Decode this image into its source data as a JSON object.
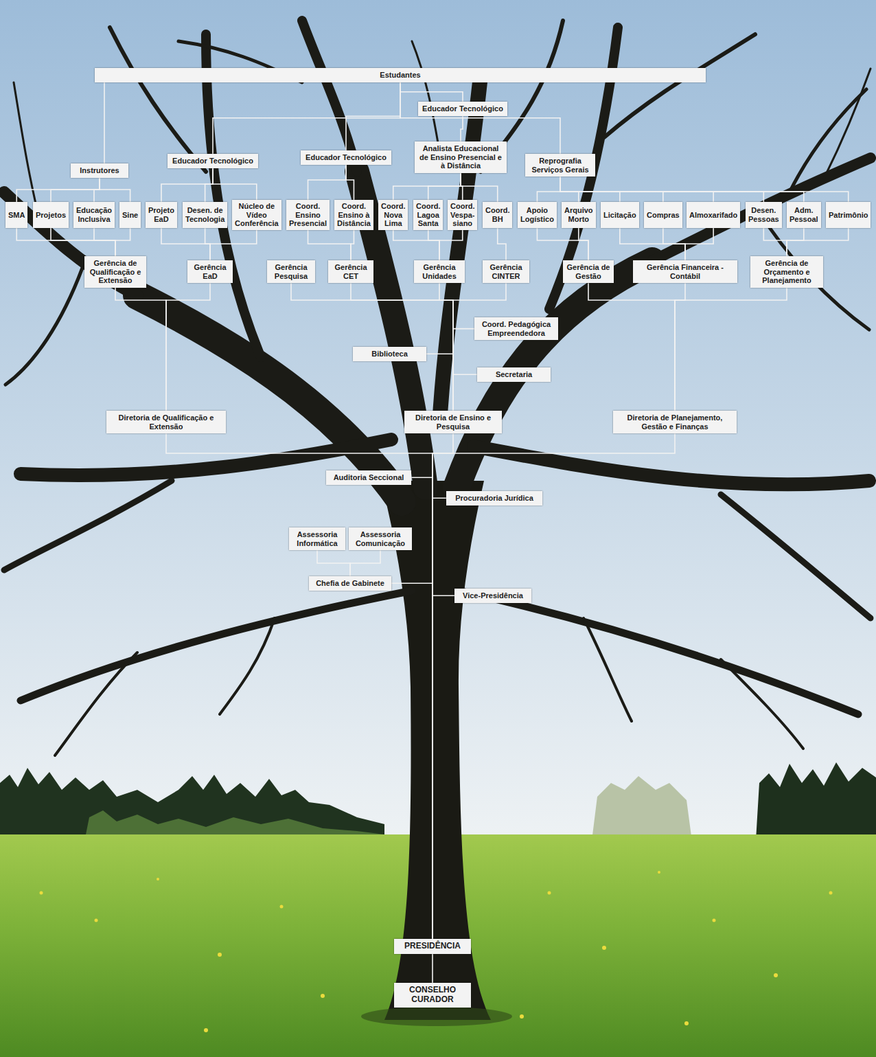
{
  "diagram": {
    "nodes": [
      {
        "text": [
          "Estudantes"
        ]
      },
      {
        "text": [
          "Educador Tecnológico"
        ]
      },
      {
        "text": [
          "Instrutores"
        ]
      },
      {
        "text": [
          "Educador Tecnológico"
        ]
      },
      {
        "text": [
          "Educador Tecnológico"
        ]
      },
      {
        "text": [
          "Analista Educacional de Ensino Presencial e à Distância"
        ]
      },
      {
        "text": [
          "Reprografia Serviços Gerais"
        ]
      },
      {
        "text": [
          "SMA"
        ]
      },
      {
        "text": [
          "Projetos"
        ]
      },
      {
        "text": [
          "Educação Inclusiva"
        ]
      },
      {
        "text": [
          "Sine"
        ]
      },
      {
        "text": [
          "Projeto EaD"
        ]
      },
      {
        "text": [
          "Desen. de Tecnologia"
        ]
      },
      {
        "text": [
          "Núcleo de Vídeo Conferência"
        ]
      },
      {
        "text": [
          "Coord. Ensino Presencial"
        ]
      },
      {
        "text": [
          "Coord. Ensino à Distância"
        ]
      },
      {
        "text": [
          "Coord. Nova Lima"
        ]
      },
      {
        "text": [
          "Coord. Lagoa Santa"
        ]
      },
      {
        "text": [
          "Coord. Vespa- siano"
        ]
      },
      {
        "text": [
          "Coord. BH"
        ]
      },
      {
        "text": [
          "Apoio Logístico"
        ]
      },
      {
        "text": [
          "Arquivo Morto"
        ]
      },
      {
        "text": [
          "Licitação"
        ]
      },
      {
        "text": [
          "Compras"
        ]
      },
      {
        "text": [
          "Almoxarifado"
        ]
      },
      {
        "text": [
          "Desen. Pessoas"
        ]
      },
      {
        "text": [
          "Adm. Pessoal"
        ]
      },
      {
        "text": [
          "Patrimônio"
        ]
      },
      {
        "text": [
          "Gerência de Qualificação e Extensão"
        ]
      },
      {
        "text": [
          "Gerência EaD"
        ]
      },
      {
        "text": [
          "Gerência Pesquisa"
        ]
      },
      {
        "text": [
          "Gerência CET"
        ]
      },
      {
        "text": [
          "Gerência Unidades"
        ]
      },
      {
        "text": [
          "Gerência CINTER"
        ]
      },
      {
        "text": [
          "Gerência de Gestão"
        ]
      },
      {
        "text": [
          "Gerência Financeira - Contábil"
        ]
      },
      {
        "text": [
          "Gerência de Orçamento e Planejamento"
        ]
      },
      {
        "text": [
          "Coord. Pedagógica Empreendedora"
        ]
      },
      {
        "text": [
          "Biblioteca"
        ]
      },
      {
        "text": [
          "Secretaria"
        ]
      },
      {
        "text": [
          "Diretoria de Qualificação e Extensão"
        ]
      },
      {
        "text": [
          "Diretoria de Ensino e Pesquisa"
        ]
      },
      {
        "text": [
          "Diretoria de Planejamento, Gestão e Finanças"
        ]
      },
      {
        "text": [
          "Auditoria Seccional"
        ]
      },
      {
        "text": [
          "Procuradoria Jurídica"
        ]
      },
      {
        "text": [
          "Assessoria Informática"
        ]
      },
      {
        "text": [
          "Assessoria Comunicação"
        ]
      },
      {
        "text": [
          "Chefia de Gabinete"
        ]
      },
      {
        "text": [
          "Vice-Presidência"
        ]
      },
      {
        "text": [
          "PRESIDÊNCIA"
        ]
      },
      {
        "text": [
          "CONSELHO CURADOR"
        ]
      }
    ],
    "edges": [
      {
        "from": 50,
        "to": 49,
        "arrow": "none"
      },
      {
        "from": 49,
        "to": 48,
        "arrow": "none"
      },
      {
        "from": 49,
        "to": 47,
        "arrow": "none"
      },
      {
        "from": 47,
        "to": 45,
        "arrow": "none"
      },
      {
        "from": 47,
        "to": 46,
        "arrow": "none"
      },
      {
        "from": 49,
        "to": 44,
        "arrow": "none"
      },
      {
        "from": 49,
        "to": 43,
        "arrow": "none"
      },
      {
        "from": 49,
        "to": 40,
        "arrow": "none"
      },
      {
        "from": 49,
        "to": 41,
        "arrow": "none"
      },
      {
        "from": 49,
        "to": 42,
        "arrow": "none"
      },
      {
        "from": 41,
        "to": 37,
        "arrow": "none"
      },
      {
        "from": 41,
        "to": 38,
        "arrow": "none"
      },
      {
        "from": 41,
        "to": 39,
        "arrow": "none"
      },
      {
        "from": 40,
        "to": 28,
        "arrow": "none"
      },
      {
        "from": 40,
        "to": 29,
        "arrow": "none"
      },
      {
        "from": 41,
        "to": 30,
        "arrow": "none"
      },
      {
        "from": 41,
        "to": 31,
        "arrow": "none"
      },
      {
        "from": 41,
        "to": 32,
        "arrow": "none"
      },
      {
        "from": 41,
        "to": 33,
        "arrow": "none"
      },
      {
        "from": 42,
        "to": 34,
        "arrow": "none"
      },
      {
        "from": 42,
        "to": 35,
        "arrow": "none"
      },
      {
        "from": 42,
        "to": 36,
        "arrow": "none"
      },
      {
        "from": 28,
        "to": 7,
        "arrow": "none"
      },
      {
        "from": 28,
        "to": 8,
        "arrow": "none"
      },
      {
        "from": 28,
        "to": 9,
        "arrow": "none"
      },
      {
        "from": 28,
        "to": 10,
        "arrow": "none"
      },
      {
        "from": 29,
        "to": 11,
        "arrow": "none"
      },
      {
        "from": 29,
        "to": 12,
        "arrow": "none"
      },
      {
        "from": 29,
        "to": 13,
        "arrow": "none"
      },
      {
        "from": 31,
        "to": 14,
        "arrow": "none"
      },
      {
        "from": 31,
        "to": 15,
        "arrow": "none"
      },
      {
        "from": 32,
        "to": 16,
        "arrow": "none"
      },
      {
        "from": 32,
        "to": 17,
        "arrow": "none"
      },
      {
        "from": 32,
        "to": 18,
        "arrow": "none"
      },
      {
        "from": 33,
        "to": 19,
        "arrow": "none"
      },
      {
        "from": 34,
        "to": 20,
        "arrow": "none"
      },
      {
        "from": 34,
        "to": 21,
        "arrow": "none"
      },
      {
        "from": 35,
        "to": 22,
        "arrow": "none"
      },
      {
        "from": 35,
        "to": 23,
        "arrow": "none"
      },
      {
        "from": 35,
        "to": 24,
        "arrow": "none"
      },
      {
        "from": 36,
        "to": 25,
        "arrow": "none"
      },
      {
        "from": 36,
        "to": 26,
        "arrow": "none"
      },
      {
        "from": 36,
        "to": 27,
        "arrow": "none"
      },
      {
        "from": 7,
        "to": 2,
        "arrow": "none"
      },
      {
        "from": 8,
        "to": 2,
        "arrow": "none"
      },
      {
        "from": 9,
        "to": 2,
        "arrow": "none"
      },
      {
        "from": 10,
        "to": 2,
        "arrow": "none"
      },
      {
        "from": 11,
        "to": 3,
        "arrow": "none"
      },
      {
        "from": 12,
        "to": 3,
        "arrow": "none"
      },
      {
        "from": 13,
        "to": 3,
        "arrow": "none"
      },
      {
        "from": 14,
        "to": 4,
        "arrow": "none"
      },
      {
        "from": 15,
        "to": 4,
        "arrow": "none"
      },
      {
        "from": 16,
        "to": 5,
        "arrow": "none"
      },
      {
        "from": 17,
        "to": 5,
        "arrow": "none"
      },
      {
        "from": 18,
        "to": 5,
        "arrow": "none"
      },
      {
        "from": 19,
        "to": 5,
        "arrow": "none"
      },
      {
        "from": 20,
        "to": 6,
        "arrow": "none"
      },
      {
        "from": 21,
        "to": 6,
        "arrow": "none"
      },
      {
        "from": 22,
        "to": 6,
        "arrow": "none"
      },
      {
        "from": 23,
        "to": 6,
        "arrow": "none"
      },
      {
        "from": 24,
        "to": 6,
        "arrow": "none"
      },
      {
        "from": 25,
        "to": 6,
        "arrow": "none"
      },
      {
        "from": 26,
        "to": 6,
        "arrow": "none"
      },
      {
        "from": 27,
        "to": 6,
        "arrow": "none"
      },
      {
        "from": 2,
        "to": 0,
        "arrow": "none"
      },
      {
        "from": 3,
        "to": 0,
        "arrow": "none"
      },
      {
        "from": 4,
        "to": 0,
        "arrow": "none"
      },
      {
        "from": 1,
        "to": 0,
        "arrow": "none"
      },
      {
        "from": 5,
        "to": 1,
        "arrow": "none"
      },
      {
        "from": 6,
        "to": 0,
        "arrow": "none"
      }
    ]
  }
}
